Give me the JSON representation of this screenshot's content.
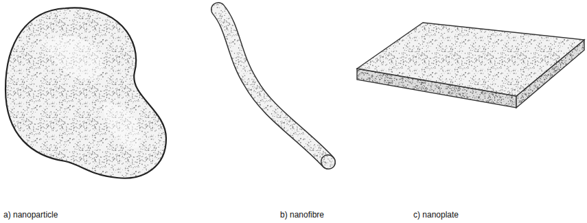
{
  "diagram": {
    "labels": [
      "a) nanoparticle",
      "b) nanofibre",
      "c) nanoplate"
    ]
  }
}
